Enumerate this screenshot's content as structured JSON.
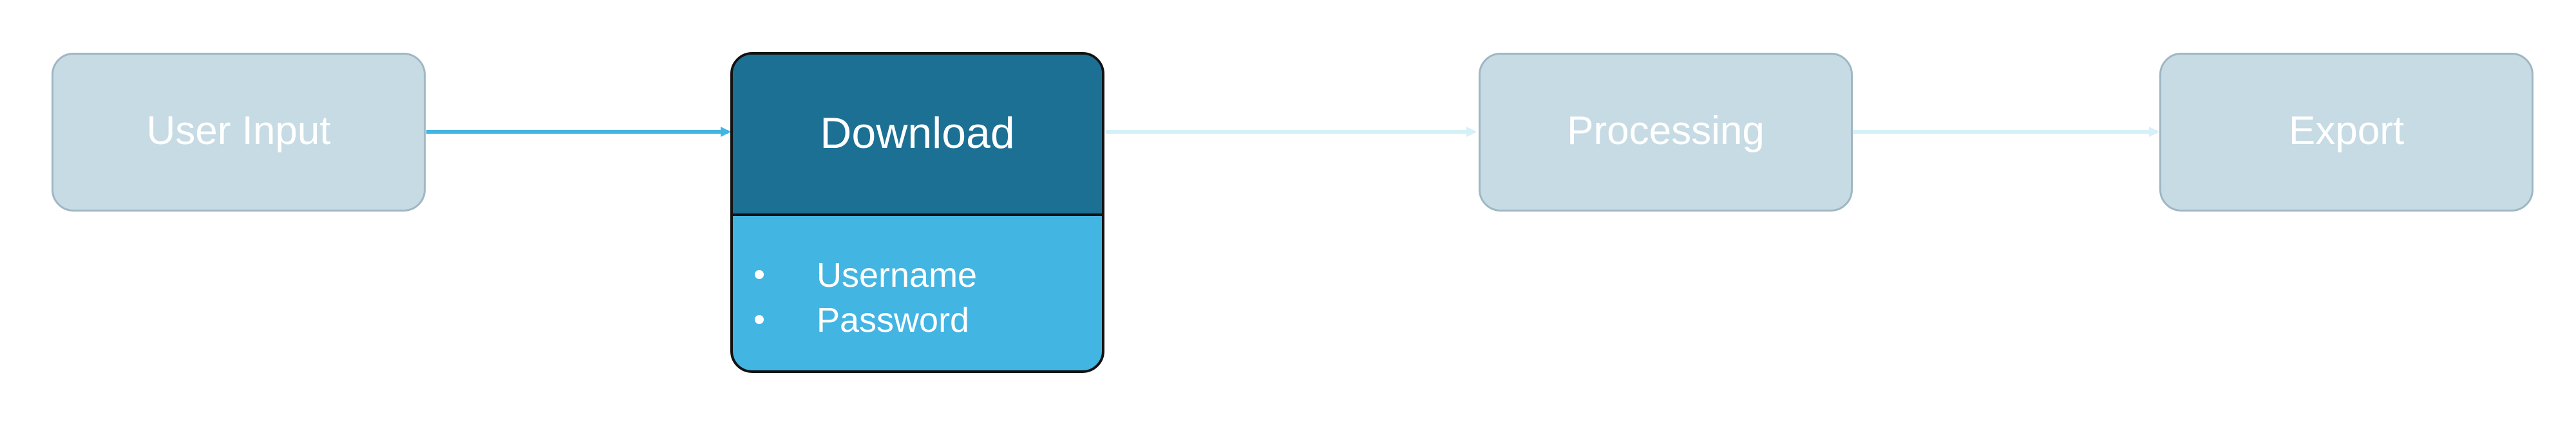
{
  "flow": {
    "nodes": [
      {
        "label": "User Input",
        "state": "inactive"
      },
      {
        "label": "Download",
        "state": "active",
        "details": [
          "Username",
          "Password"
        ]
      },
      {
        "label": "Processing",
        "state": "inactive"
      },
      {
        "label": "Export",
        "state": "inactive"
      }
    ],
    "colors": {
      "inactive_fill": "#c6dbe4",
      "inactive_border": "#9fb7c2",
      "active_header": "#1b7094",
      "active_body": "#43b5e2",
      "active_connector": "#43b5e2",
      "inactive_connector": "#d6f0f8",
      "text": "#ffffff",
      "active_border": "#121212"
    }
  }
}
